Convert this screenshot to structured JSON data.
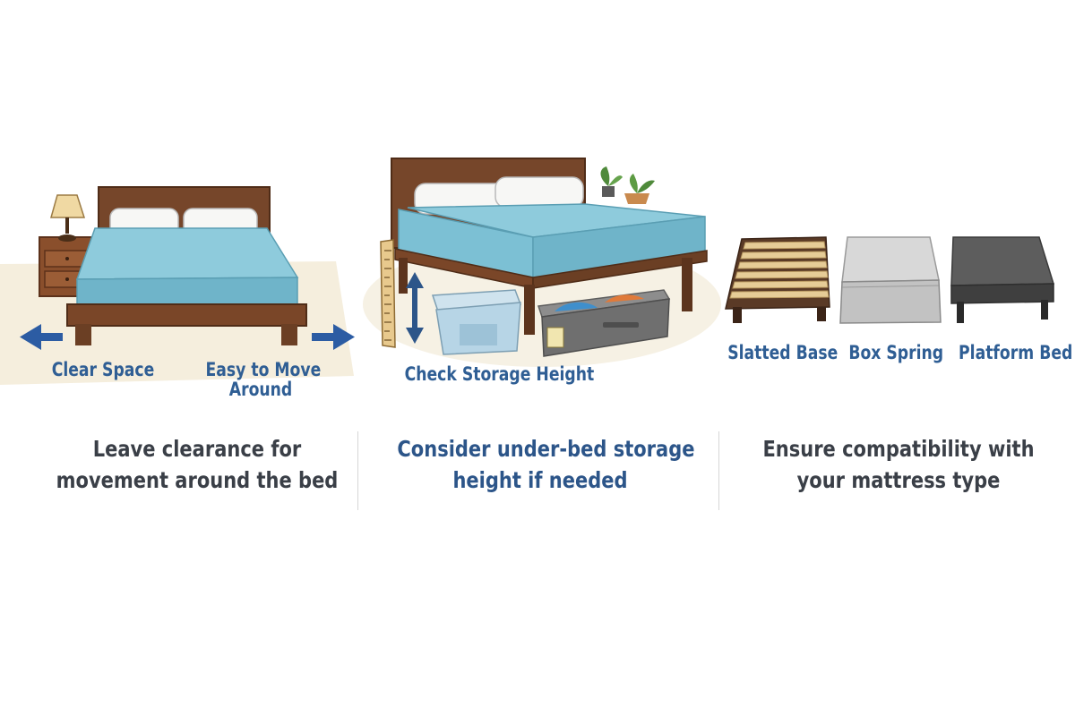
{
  "panels": [
    {
      "labels": {
        "left": "Clear Space",
        "right_line1": "Easy to Move",
        "right_line2": "Around"
      },
      "caption": {
        "line1": "Leave clearance for",
        "line2": "movement around the bed"
      },
      "caption_color": "#3a3f47"
    },
    {
      "labels": {
        "main": "Check Storage Height"
      },
      "caption": {
        "line1": "Consider under-bed storage",
        "line2": "height if needed"
      },
      "caption_color": "#2c5589"
    },
    {
      "labels": {
        "slatted": "Slatted Base",
        "box_spring": "Box Spring",
        "platform": "Platform Bed"
      },
      "caption": {
        "line1": "Ensure compatibility with",
        "line2": "your mattress type"
      },
      "caption_color": "#3a3f47"
    }
  ],
  "colors": {
    "mattress": "#8ecbdc",
    "wood_frame": "#6b3f24",
    "label_blue": "#2f5e94",
    "arrow_blue": "#2c5ca3"
  },
  "icons": [
    "lamp-icon",
    "nightstand-icon",
    "left-arrow-icon",
    "right-arrow-icon",
    "ruler-icon",
    "height-arrow-icon",
    "plant-icon",
    "storage-bin-icon"
  ]
}
